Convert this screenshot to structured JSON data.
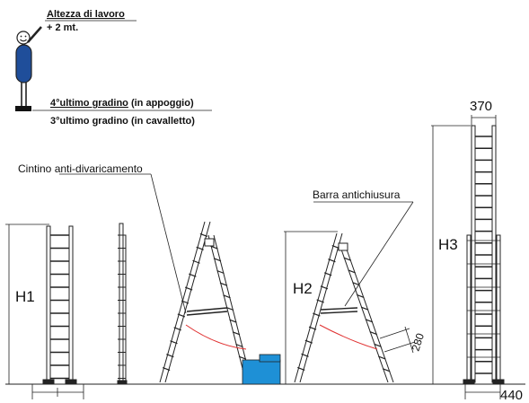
{
  "notes": {
    "working_height_title": "Altezza di lavoro",
    "working_height_value": "+ 2 mt.",
    "step_lean": "4°ultimo gradino",
    "step_lean_mode": " (in appoggio)",
    "step_stand": "3°ultimo gradino (in cavalletto)"
  },
  "labels": {
    "strap": "Cintino anti-divaricamento",
    "bar": "Barra antichiusura",
    "h1": "H1",
    "h2": "H2",
    "h3": "H3",
    "dim_top": "370",
    "dim_step": "280",
    "dim_base": "440"
  },
  "colors": {
    "figure_body": "#1f4e9a",
    "base_block": "#1e90d6",
    "strap_line": "#e03030",
    "drawing": "#222222"
  },
  "icons": [
    "person-figure-icon",
    "blue-base-block"
  ]
}
